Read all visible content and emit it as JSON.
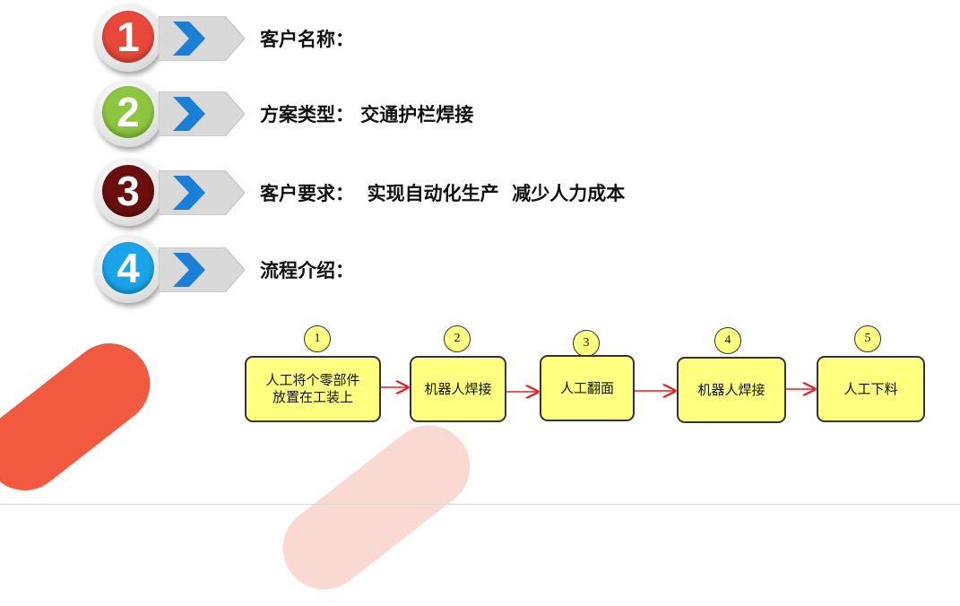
{
  "rows": [
    {
      "number": "1",
      "color": "#e8483a",
      "label": "客户名称："
    },
    {
      "number": "2",
      "color": "#8cc63f",
      "label": "方案类型： 交通护栏焊接"
    },
    {
      "number": "3",
      "color": "#6b0e0e",
      "label": "客户要求：  实现自动化生产  减少人力成本"
    },
    {
      "number": "4",
      "color": "#1aa3e8",
      "label": "流程介绍："
    }
  ],
  "flow": [
    {
      "number": "1",
      "line1": "人工将个零部件",
      "line2": "放置在工装上"
    },
    {
      "number": "2",
      "line1": "机器人焊接",
      "line2": ""
    },
    {
      "number": "3",
      "line1": "人工翻面",
      "line2": ""
    },
    {
      "number": "4",
      "line1": "机器人焊接",
      "line2": ""
    },
    {
      "number": "5",
      "line1": "人工下料",
      "line2": ""
    }
  ],
  "icons": {
    "row_arrow": "chevron-right-icon",
    "flow_arrow": "arrow-right-icon"
  },
  "colors": {
    "node_fill": "#ffff80",
    "flow_arrow": "#e02020",
    "chevron": "#1a7fd6"
  }
}
